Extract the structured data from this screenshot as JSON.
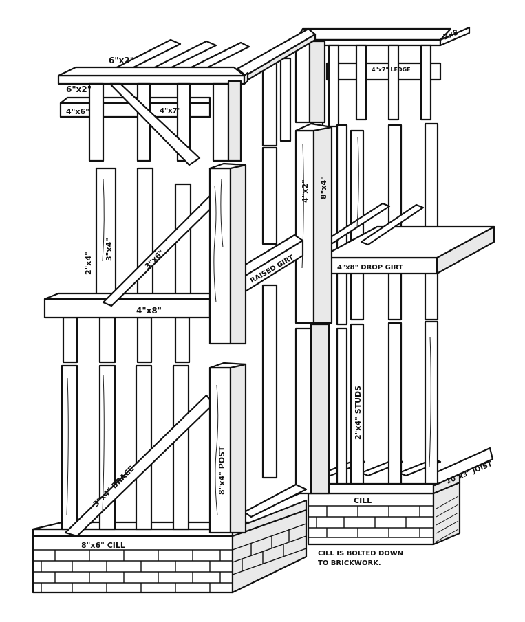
{
  "labels": {
    "top_plate_upper": "6\"x2\"",
    "top_plate_lower": "6\"x2\"",
    "head": "4\"x6\"",
    "head_small": "4\"x7\"",
    "plate_right": "2x8",
    "lintel_right": "4\"x7\" LEDGE",
    "stud_2x4": "2\"x4\"",
    "stud_3x4": "3\"x4\"",
    "brace_upper": "3\"x6\"",
    "girt_left": "4\"x8\"",
    "post_4x2": "4\"x2\"",
    "post_8x4": "8\"x4\"",
    "raised_girt": "RAISED GIRT",
    "drop_girt": "4\"x8\" DROP GIRT",
    "brace_lower": "3\"x4\" BRACE",
    "post_main": "8\"x4\" POST",
    "studs": "2\"x4\" STUDS",
    "joist": "10\"x3\" JOIST",
    "cill_right": "CILL",
    "cill_left": "8\"x6\" CILL",
    "note_line1": "CILL IS BOLTED DOWN",
    "note_line2": "TO BRICKWORK."
  }
}
